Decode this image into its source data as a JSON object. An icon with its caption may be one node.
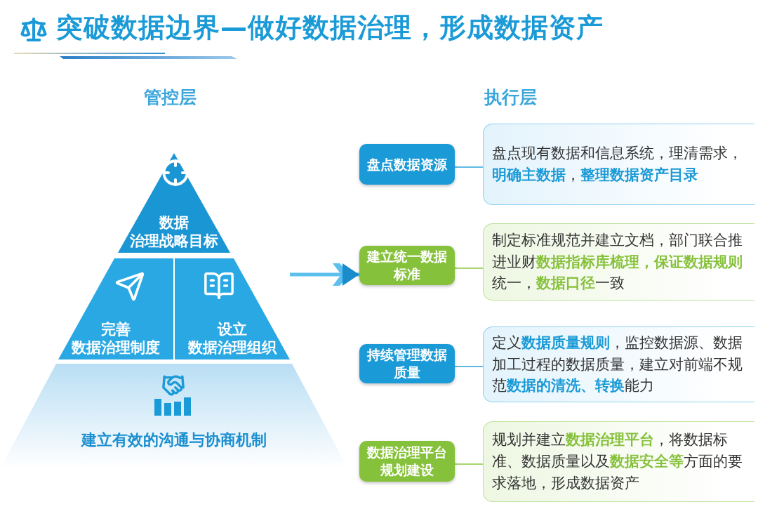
{
  "diagram": {
    "title": "突破数据边界—做好数据治理，形成数据资产",
    "nodes": [
      {
        "text": [
          "数据",
          "治理战略目标"
        ]
      },
      {
        "text": [
          "完善",
          "数据治理制度"
        ]
      },
      {
        "text": [
          "设立",
          "数据治理组织"
        ]
      },
      {
        "text": [
          "建立有效的沟通与协商机制"
        ]
      },
      {
        "text": [
          "盘点数据资源"
        ]
      },
      {
        "text": [
          "盘点现有数据和信息系统，理清需求，**明确主数据**，**整理数据资产目录**"
        ]
      },
      {
        "text": [
          "建立统一数据标准"
        ]
      },
      {
        "text": [
          "制定标准规范并建立文档，部门联合推进业财**数据指标库梳理，保证数据规则**统一，**数据口径**一致"
        ]
      },
      {
        "text": [
          "持续管理数据质量"
        ]
      },
      {
        "text": [
          "定义**数据质量规则**，监控数据源、数据加工过程的数据质量，建立对前端不规范**数据的清洗、转换**能力"
        ]
      },
      {
        "text": [
          "数据治理平台规划建设"
        ]
      },
      {
        "text": [
          "规划并建立**数据治理平台**，将数据标准、数据质量以及**数据安全等**方面的要求落地，形成数据资产"
        ]
      }
    ],
    "edges": [
      {
        "from": 4,
        "to": 5,
        "arrow": "none",
        "color": "#29a3dc"
      },
      {
        "from": 6,
        "to": 7,
        "arrow": "none",
        "color": "#8cc63f"
      },
      {
        "from": 8,
        "to": 9,
        "arrow": "none",
        "color": "#29a3dc"
      },
      {
        "from": 10,
        "to": 11,
        "arrow": "none",
        "color": "#8cc63f"
      },
      {
        "from": 2,
        "to": 6,
        "arrow": "to",
        "style": "thick"
      }
    ],
    "labels": [
      "管控层",
      "执行层"
    ]
  }
}
